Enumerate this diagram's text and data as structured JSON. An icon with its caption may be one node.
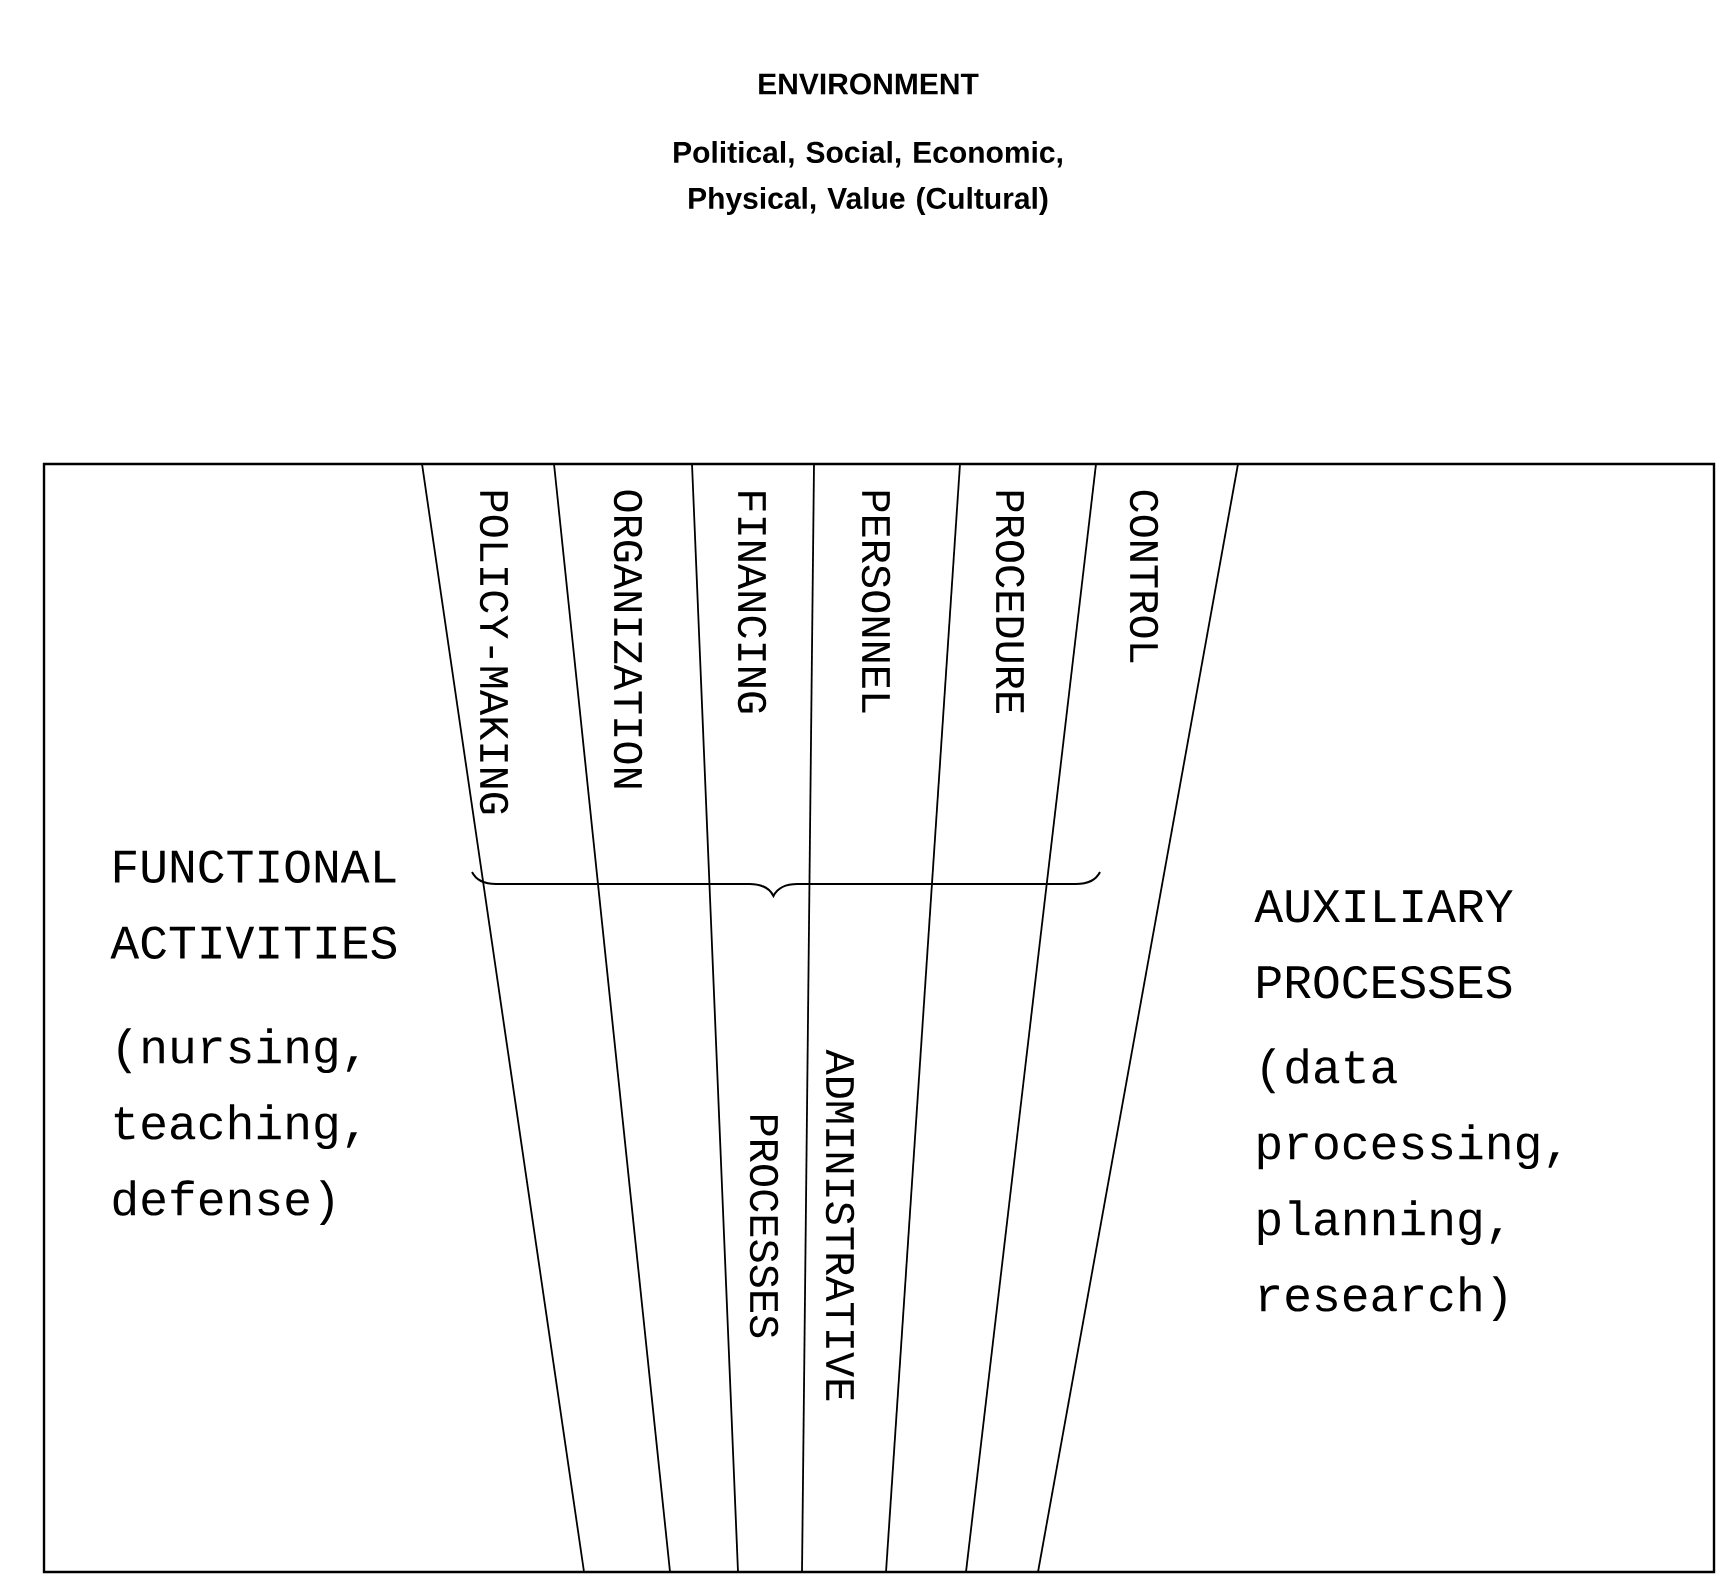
{
  "diagram": {
    "title": "ENVIRONMENT",
    "labels": [
      "Political, Social, Economic, Physical, Value (Cultural)",
      "POLICY-MAKING",
      "ORGANIZATION",
      "FINANCING",
      "PERSONNEL",
      "PROCEDURE",
      "CONTROL",
      "FUNCTIONAL ACTIVITIES",
      "(nursing, teaching, defense)",
      "ADMINISTRATIVE PROCESSES",
      "AUXILIARY PROCESSES",
      "(data processing, planning, research)"
    ]
  }
}
